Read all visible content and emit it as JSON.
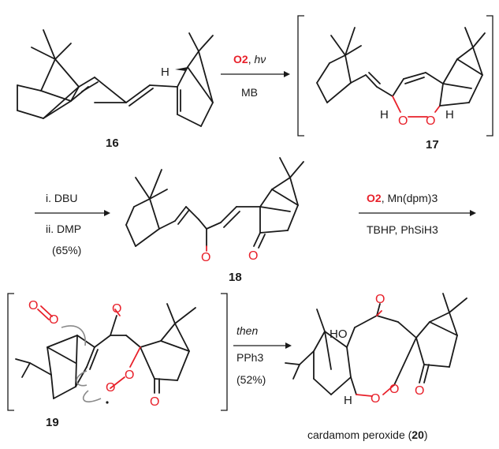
{
  "step1": {
    "reagent_o2": "O2",
    "reagent_hv": "hν",
    "sensitizer": "MB"
  },
  "step2": {
    "line1": "i. DBU",
    "line2": "ii. DMP",
    "yield": "(65%)"
  },
  "step3": {
    "o2": "O2",
    "catalyst": ", Mn(dpm)3",
    "line2": "TBHP, PhSiH3"
  },
  "step4": {
    "then": "then",
    "reagent": "PPh3",
    "yield": "(52%)"
  },
  "compounds": {
    "c16": "16",
    "c17": "17",
    "c18": "18",
    "c19": "19",
    "c20_name": "cardamom peroxide (",
    "c20_num": "20",
    "c20_close": ")"
  },
  "atoms": {
    "H": "H",
    "O": "O",
    "HO": "HO"
  },
  "colors": {
    "oxygen": "#e8202a",
    "bond": "#1a1a1a",
    "curly_arrow": "#8a8a8a"
  }
}
